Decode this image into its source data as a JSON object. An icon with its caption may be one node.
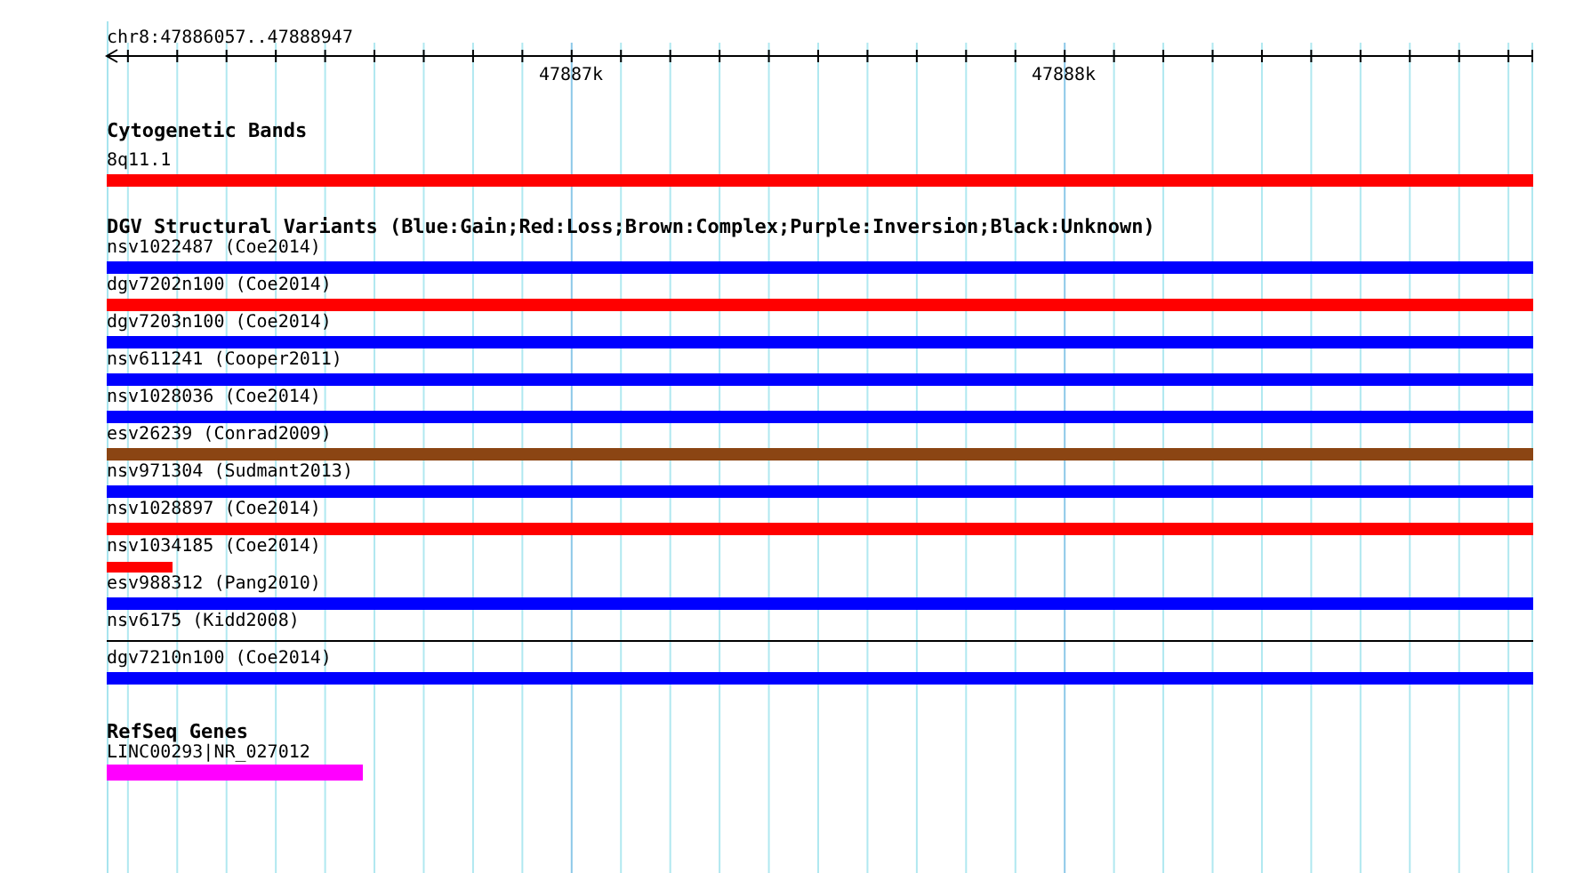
{
  "diagram": {
    "nodes": [
      {
        "text": [
          "Cytogenetic Bands"
        ]
      },
      {
        "text": [
          "8q11.1"
        ],
        "in": 0
      },
      {
        "text": [
          "DGV Structural Variants (Blue:Gain;Red:Loss;Brown:Complex;Purple:Inversion;Black:Unknown)"
        ]
      },
      {
        "text": [
          "nsv1022487 (Coe2014)"
        ],
        "in": 2
      },
      {
        "text": [
          "dgv7202n100 (Coe2014)"
        ],
        "in": 2
      },
      {
        "text": [
          "dgv7203n100 (Coe2014)"
        ],
        "in": 2
      },
      {
        "text": [
          "nsv611241 (Cooper2011)"
        ],
        "in": 2
      },
      {
        "text": [
          "nsv1028036 (Coe2014)"
        ],
        "in": 2
      },
      {
        "text": [
          "esv26239 (Conrad2009)"
        ],
        "in": 2
      },
      {
        "text": [
          "nsv971304 (Sudmant2013)"
        ],
        "in": 2
      },
      {
        "text": [
          "nsv1028897 (Coe2014)"
        ],
        "in": 2
      },
      {
        "text": [
          "nsv1034185 (Coe2014)"
        ],
        "in": 2
      },
      {
        "text": [
          "esv988312 (Pang2010)"
        ],
        "in": 2
      },
      {
        "text": [
          "nsv6175 (Kidd2008)"
        ],
        "in": 2
      },
      {
        "text": [
          "dgv7210n100 (Coe2014)"
        ],
        "in": 2
      },
      {
        "text": [
          "RefSeq Genes"
        ]
      },
      {
        "text": [
          "LINC00293|NR_027012"
        ],
        "in": 15
      }
    ],
    "labels": [
      "chr8:47886057..47888947",
      "47887k",
      "47888k"
    ]
  }
}
